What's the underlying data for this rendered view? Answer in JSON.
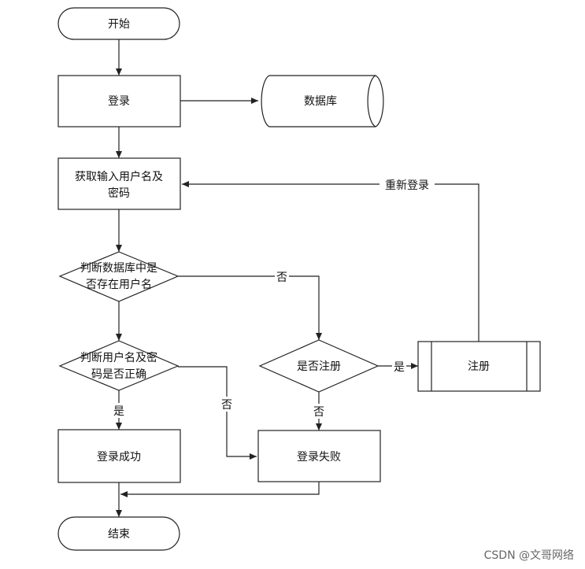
{
  "nodes": {
    "start": "开始",
    "login": "登录",
    "database": "数据库",
    "get_input_line1": "获取输入用户名及",
    "get_input_line2": "密码",
    "check_user_line1": "判断数据库中是",
    "check_user_line2": "否存在用户名",
    "check_pwd_line1": "判断用户名及密",
    "check_pwd_line2": "码是否正确",
    "registered": "是否注册",
    "register": "注册",
    "login_success": "登录成功",
    "login_fail": "登录失败",
    "end": "结束"
  },
  "edges": {
    "relogin": "重新登录",
    "user_no": "否",
    "pwd_yes": "是",
    "pwd_no": "否",
    "reg_yes": "是",
    "reg_no": "否"
  },
  "watermark": "CSDN @文哥网络"
}
